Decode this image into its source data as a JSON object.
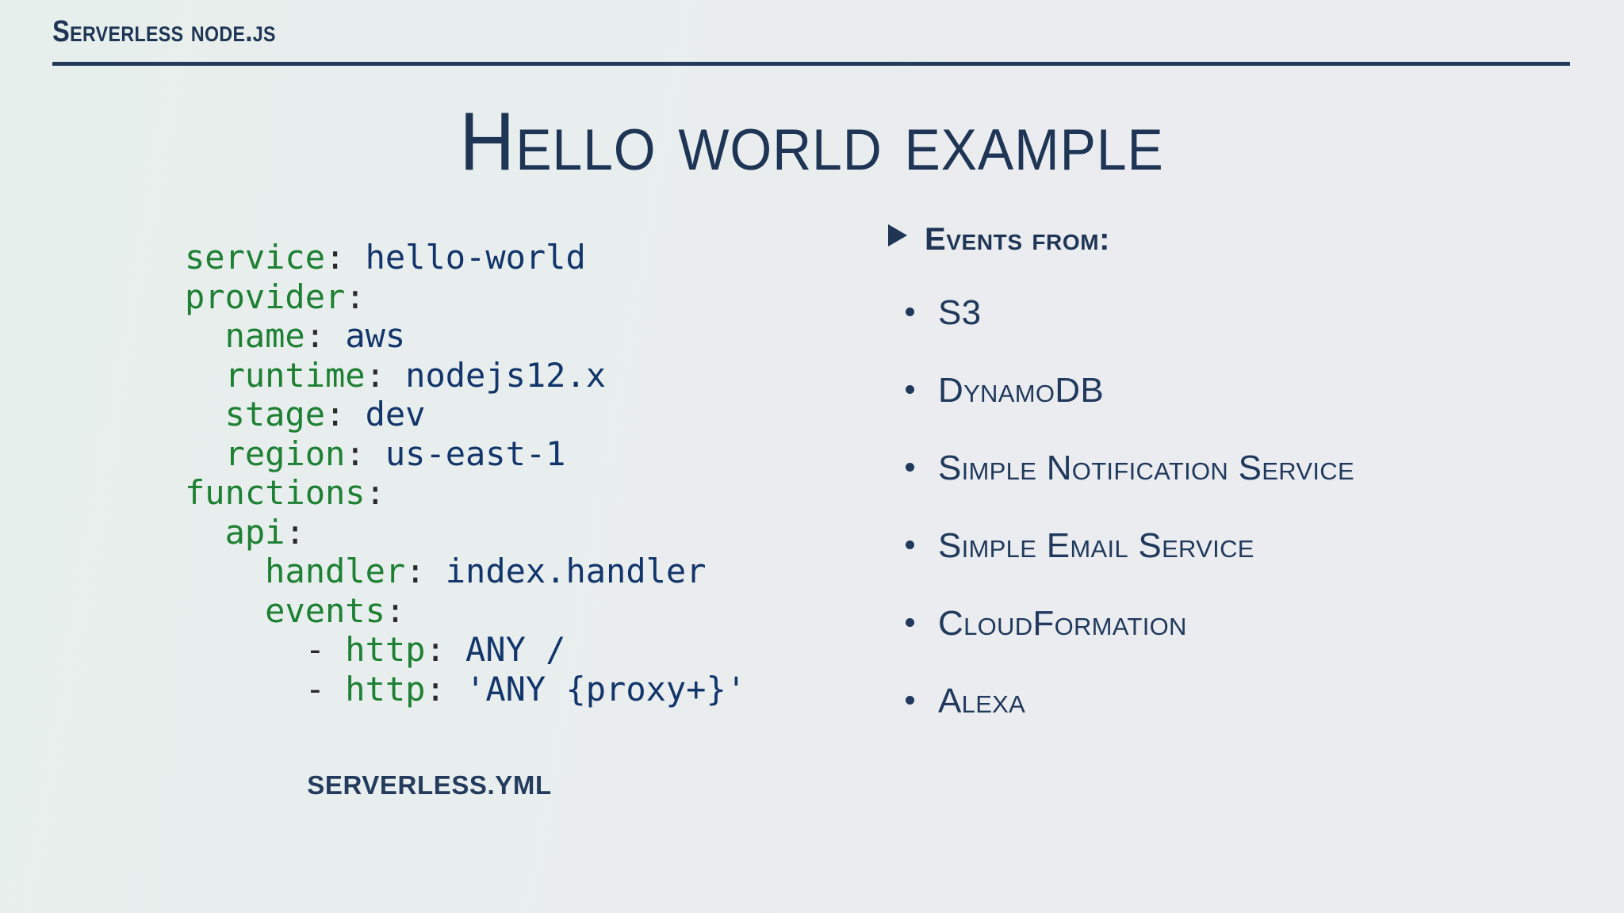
{
  "slide": {
    "header_title": "Serverless node.js",
    "title": "Hello world example",
    "accent_color": "#1e3555",
    "rule_color": "#243c5c",
    "background_left": "#e7efec",
    "background_right": "#ebecf0"
  },
  "code": {
    "caption": "SERVERLESS.YML",
    "language": "yaml",
    "key_color": "#1d8033",
    "value_color": "#12356b",
    "punctuation_color": "#2a2a2a",
    "lines": [
      {
        "indent": "",
        "dash": "",
        "key": "service",
        "colon": ":",
        "value": " hello-world"
      },
      {
        "indent": "",
        "dash": "",
        "key": "provider",
        "colon": ":",
        "value": ""
      },
      {
        "indent": "  ",
        "dash": "",
        "key": "name",
        "colon": ":",
        "value": " aws"
      },
      {
        "indent": "  ",
        "dash": "",
        "key": "runtime",
        "colon": ":",
        "value": " nodejs12.x"
      },
      {
        "indent": "  ",
        "dash": "",
        "key": "stage",
        "colon": ":",
        "value": " dev"
      },
      {
        "indent": "  ",
        "dash": "",
        "key": "region",
        "colon": ":",
        "value": " us-east-1"
      },
      {
        "indent": "",
        "dash": "",
        "key": "functions",
        "colon": ":",
        "value": ""
      },
      {
        "indent": "  ",
        "dash": "",
        "key": "api",
        "colon": ":",
        "value": ""
      },
      {
        "indent": "    ",
        "dash": "",
        "key": "handler",
        "colon": ":",
        "value": " index.handler"
      },
      {
        "indent": "    ",
        "dash": "",
        "key": "events",
        "colon": ":",
        "value": ""
      },
      {
        "indent": "      ",
        "dash": "- ",
        "key": "http",
        "colon": ":",
        "value": " ANY /"
      },
      {
        "indent": "      ",
        "dash": "- ",
        "key": "http",
        "colon": ":",
        "value": " 'ANY {proxy+}'"
      }
    ],
    "raw": "service: hello-world\nprovider:\n  name: aws\n  runtime: nodejs12.x\n  stage: dev\n  region: us-east-1\nfunctions:\n  api:\n    handler: index.handler\n    events:\n      - http: ANY /\n      - http: 'ANY {proxy+}'"
  },
  "events": {
    "heading": "Events from:",
    "bullet_glyph": "►",
    "items": [
      {
        "label": "S3"
      },
      {
        "label": "DynamoDB"
      },
      {
        "label": "Simple Notification Service"
      },
      {
        "label": "Simple Email Service"
      },
      {
        "label": "CloudFormation"
      },
      {
        "label": "Alexa"
      }
    ]
  }
}
